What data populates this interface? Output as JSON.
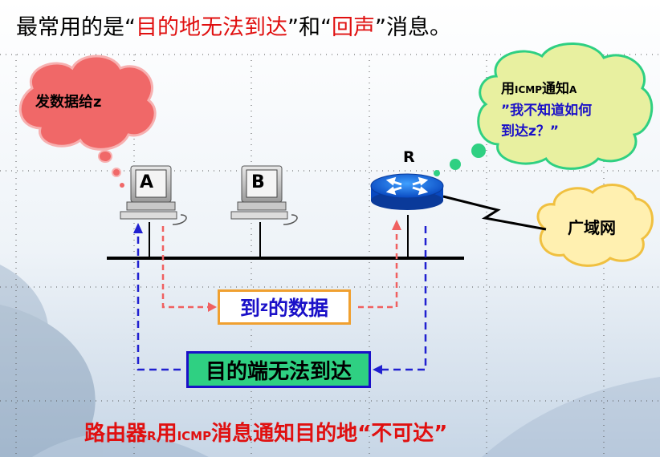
{
  "title": {
    "part1": "最常用的是“",
    "highlight1": "目的地无法到达",
    "part2": "”和“",
    "highlight2": "回声",
    "part3": "”消息。"
  },
  "left_cloud": {
    "text": "发数据给z"
  },
  "router_cloud": {
    "line1_a": "用",
    "line1_icmp": "ICMP",
    "line1_b": "通知",
    "line1_host": "A",
    "line2": "”我不知道如何",
    "line3": "到达z？”"
  },
  "wan": {
    "label": "广域网"
  },
  "hosts": [
    {
      "label": "A"
    },
    {
      "label": "B"
    }
  ],
  "router": {
    "label": "R"
  },
  "data_box": {
    "a": "到",
    "z": "z",
    "b": "的数据"
  },
  "unreach_box": {
    "text": "目的端无法到达"
  },
  "bottom": {
    "a": "路由器",
    "r": "R",
    "b": "用",
    "icmp": "ICMP",
    "c": "消息通知目的地“不可达”"
  },
  "colors": {
    "title_highlight": "#e01010",
    "caption": "#e01010",
    "cloud_fill": "#f06868",
    "router_cloud_fill": "#e8f0a0",
    "wan_fill": "#fff0b0",
    "data_arrow": "#f06060",
    "notify_arrow": "#2020d0",
    "router_body": "#1060e0"
  }
}
